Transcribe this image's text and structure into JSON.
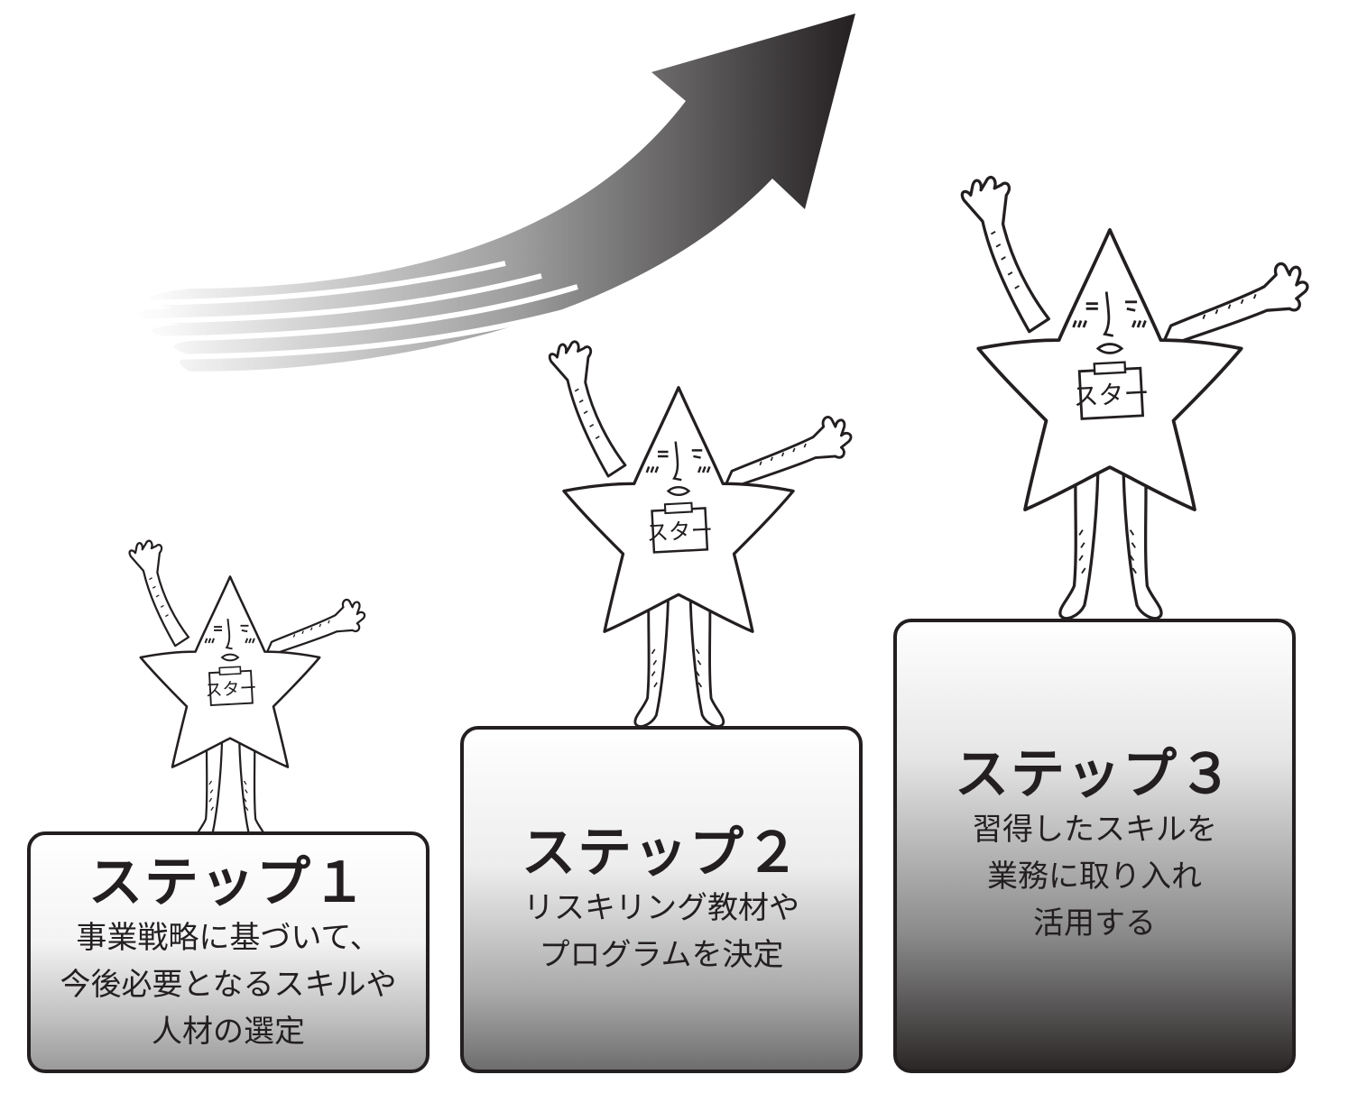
{
  "steps": [
    {
      "title": "ステップ１",
      "desc": [
        "事業戦略に基づいて、",
        "今後必要となるスキルや",
        "人材の選定"
      ]
    },
    {
      "title": "ステップ２",
      "desc": [
        "リスキリング教材や",
        "プログラムを決定"
      ]
    },
    {
      "title": "ステップ３",
      "desc": [
        "習得したスキルを",
        "業務に取り入れ",
        "活用する"
      ]
    }
  ],
  "badge_text": "スター",
  "colors": {
    "ink": "#231f20",
    "arrow_light": "#ffffff",
    "arrow_dark": "#231f20"
  },
  "icons": [
    "growth-arrow-icon",
    "star-mascot-icon"
  ]
}
